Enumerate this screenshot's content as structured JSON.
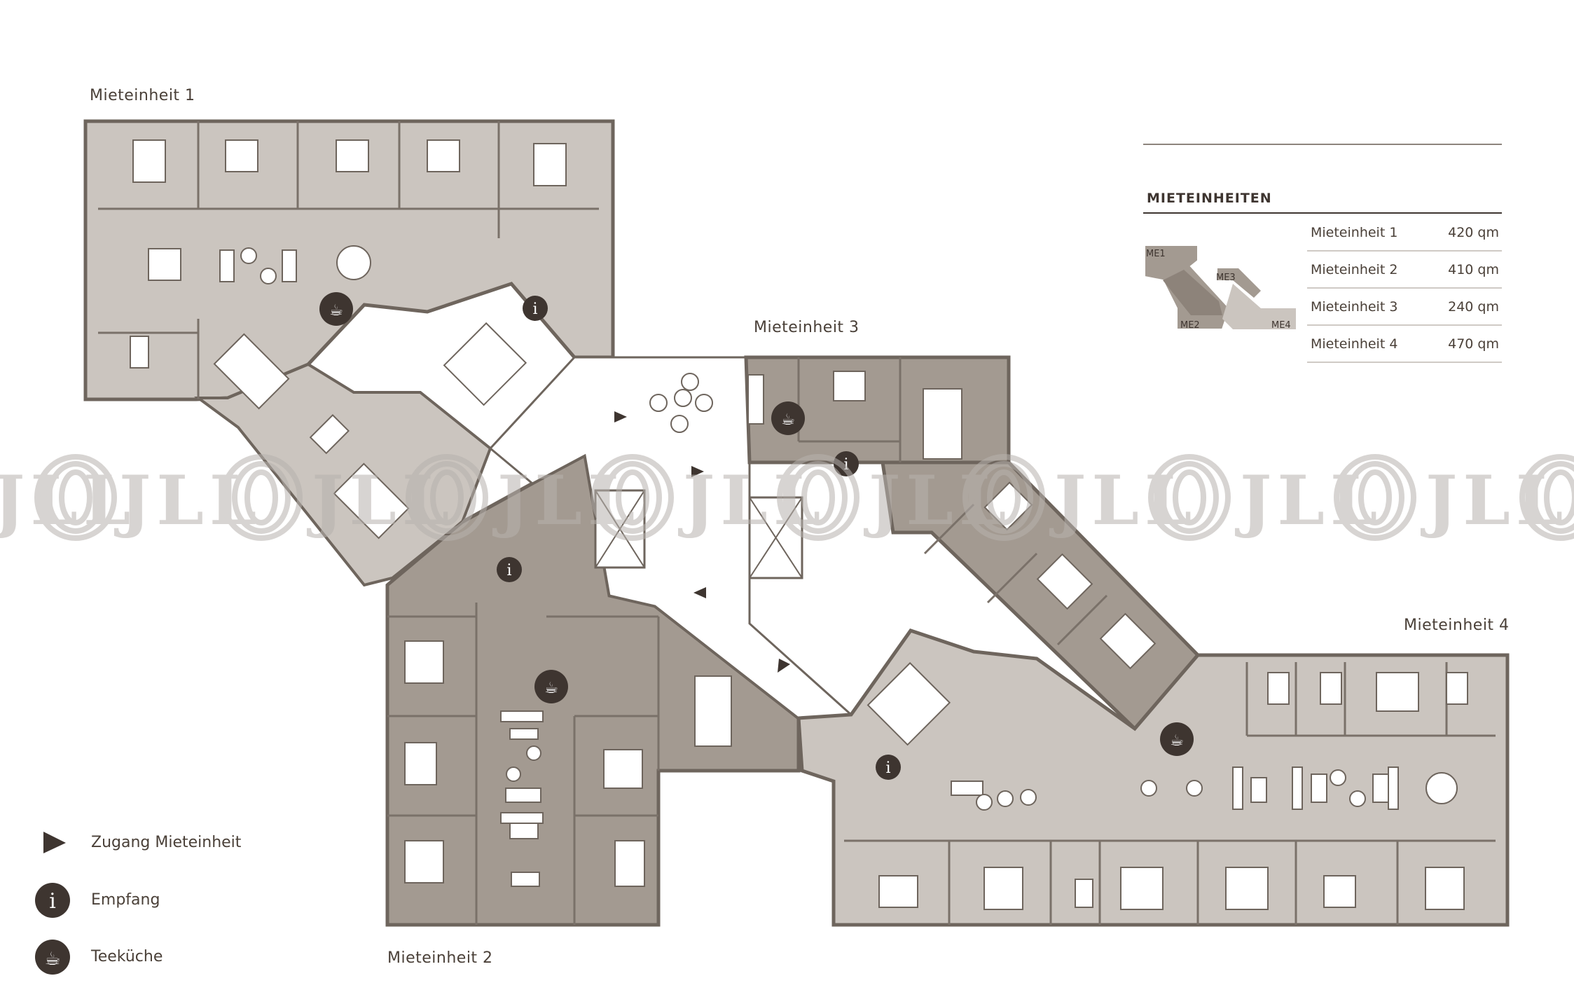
{
  "units": {
    "me1": "Mieteinheit 1",
    "me2": "Mieteinheit 2",
    "me3": "Mieteinheit 3",
    "me4": "Mieteinheit 4"
  },
  "table": {
    "title": "MIETEINHEITEN",
    "rows": [
      {
        "name": "Mieteinheit 1",
        "area": "420 qm"
      },
      {
        "name": "Mieteinheit 2",
        "area": "410 qm"
      },
      {
        "name": "Mieteinheit 3",
        "area": "240 qm"
      },
      {
        "name": "Mieteinheit 4",
        "area": "470 qm"
      }
    ],
    "keyplan": {
      "me1": "ME1",
      "me2": "ME2",
      "me3": "ME3",
      "me4": "ME4"
    }
  },
  "legend": {
    "access": "Zugang Mieteinheit",
    "reception": "Empfang",
    "kitchen": "Teeküche"
  },
  "watermark": "JLL",
  "colors": {
    "unit_light": "#cbc5bf",
    "unit_dark": "#a39a91",
    "wall": "#6e655d",
    "icon_dark": "#3e3530",
    "watermark": "#b7b2ae"
  }
}
